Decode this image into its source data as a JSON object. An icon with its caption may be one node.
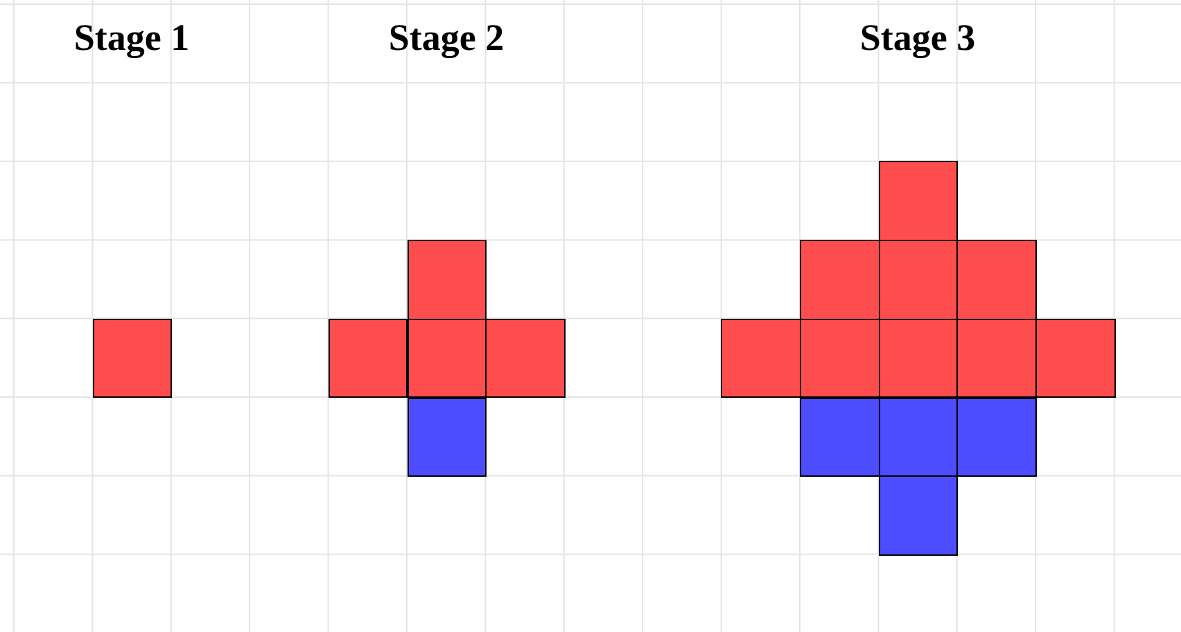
{
  "diagram": {
    "nodes": [
      {
        "text": [],
        "shape": "box"
      },
      {
        "text": [],
        "shape": "box"
      },
      {
        "text": [],
        "shape": "box"
      },
      {
        "text": [],
        "shape": "box"
      },
      {
        "text": [],
        "shape": "box"
      },
      {
        "text": [],
        "shape": "box"
      },
      {
        "text": [],
        "shape": "box"
      },
      {
        "text": [],
        "shape": "box"
      },
      {
        "text": [],
        "shape": "box"
      },
      {
        "text": [],
        "shape": "box"
      },
      {
        "text": [],
        "shape": "box"
      },
      {
        "text": [],
        "shape": "box"
      },
      {
        "text": [],
        "shape": "box"
      },
      {
        "text": [],
        "shape": "box"
      },
      {
        "text": [],
        "shape": "box"
      },
      {
        "text": [],
        "shape": "box"
      },
      {
        "text": [],
        "shape": "box"
      },
      {
        "text": [],
        "shape": "box"
      },
      {
        "text": [],
        "shape": "box"
      }
    ],
    "labels": [
      "Stage 1",
      "Stage 2",
      "Stage 3"
    ]
  }
}
